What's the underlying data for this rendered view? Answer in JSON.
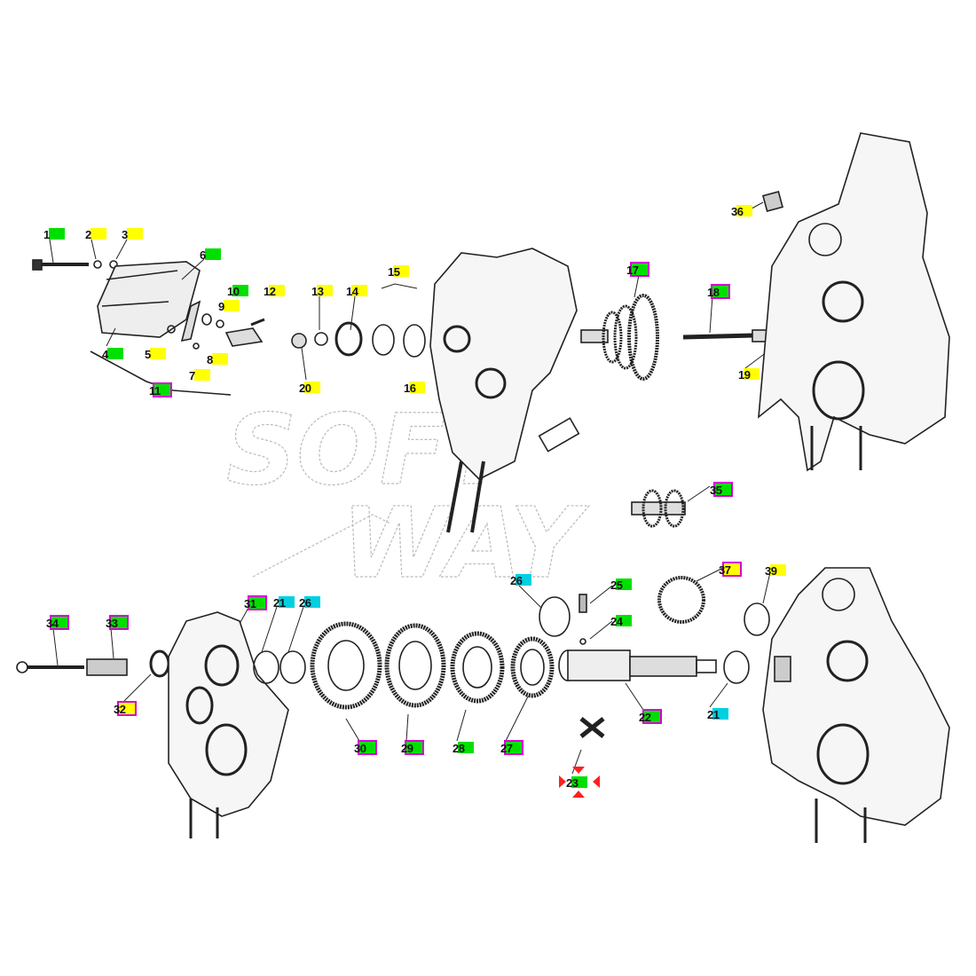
{
  "diagram": {
    "watermark": "SOFT WAY",
    "highlight_colors": {
      "green": "#00e000",
      "yellow": "#ffff00",
      "cyan": "#00d0e0",
      "frame": "#d400d4",
      "selected_marker": "#ff2020"
    },
    "callouts": [
      {
        "number": "1",
        "color": "green",
        "framed": false
      },
      {
        "number": "2",
        "color": "yellow",
        "framed": false
      },
      {
        "number": "3",
        "color": "yellow",
        "framed": false
      },
      {
        "number": "6",
        "color": "green",
        "framed": false
      },
      {
        "number": "10",
        "color": "green",
        "framed": false
      },
      {
        "number": "12",
        "color": "yellow",
        "framed": false
      },
      {
        "number": "13",
        "color": "yellow",
        "framed": false
      },
      {
        "number": "14",
        "color": "yellow",
        "framed": false
      },
      {
        "number": "15",
        "color": "yellow",
        "framed": false
      },
      {
        "number": "17",
        "color": "green",
        "framed": true
      },
      {
        "number": "18",
        "color": "green",
        "framed": true
      },
      {
        "number": "36",
        "color": "yellow",
        "framed": false
      },
      {
        "number": "4",
        "color": "green",
        "framed": false
      },
      {
        "number": "5",
        "color": "yellow",
        "framed": false
      },
      {
        "number": "7",
        "color": "yellow",
        "framed": false
      },
      {
        "number": "8",
        "color": "yellow",
        "framed": false
      },
      {
        "number": "9",
        "color": "yellow",
        "framed": false
      },
      {
        "number": "11",
        "color": "green",
        "framed": true
      },
      {
        "number": "20",
        "color": "yellow",
        "framed": false
      },
      {
        "number": "16",
        "color": "yellow",
        "framed": false
      },
      {
        "number": "19",
        "color": "yellow",
        "framed": false
      },
      {
        "number": "35",
        "color": "green",
        "framed": true
      },
      {
        "number": "37",
        "color": "yellow",
        "framed": true
      },
      {
        "number": "39",
        "color": "yellow",
        "framed": false
      },
      {
        "number": "26",
        "color": "cyan",
        "framed": false
      },
      {
        "number": "25",
        "color": "green",
        "framed": false
      },
      {
        "number": "24",
        "color": "green",
        "framed": false
      },
      {
        "number": "34",
        "color": "green",
        "framed": true
      },
      {
        "number": "33",
        "color": "green",
        "framed": true
      },
      {
        "number": "31",
        "color": "green",
        "framed": true
      },
      {
        "number": "21",
        "color": "cyan",
        "framed": false
      },
      {
        "number": "26",
        "color": "cyan",
        "framed": false
      },
      {
        "number": "32",
        "color": "yellow",
        "framed": true
      },
      {
        "number": "30",
        "color": "green",
        "framed": true
      },
      {
        "number": "29",
        "color": "green",
        "framed": true
      },
      {
        "number": "28",
        "color": "green",
        "framed": false
      },
      {
        "number": "27",
        "color": "green",
        "framed": true
      },
      {
        "number": "22",
        "color": "green",
        "framed": true
      },
      {
        "number": "21",
        "color": "cyan",
        "framed": false
      },
      {
        "number": "23",
        "color": "green",
        "framed": false,
        "selected": true
      }
    ]
  }
}
